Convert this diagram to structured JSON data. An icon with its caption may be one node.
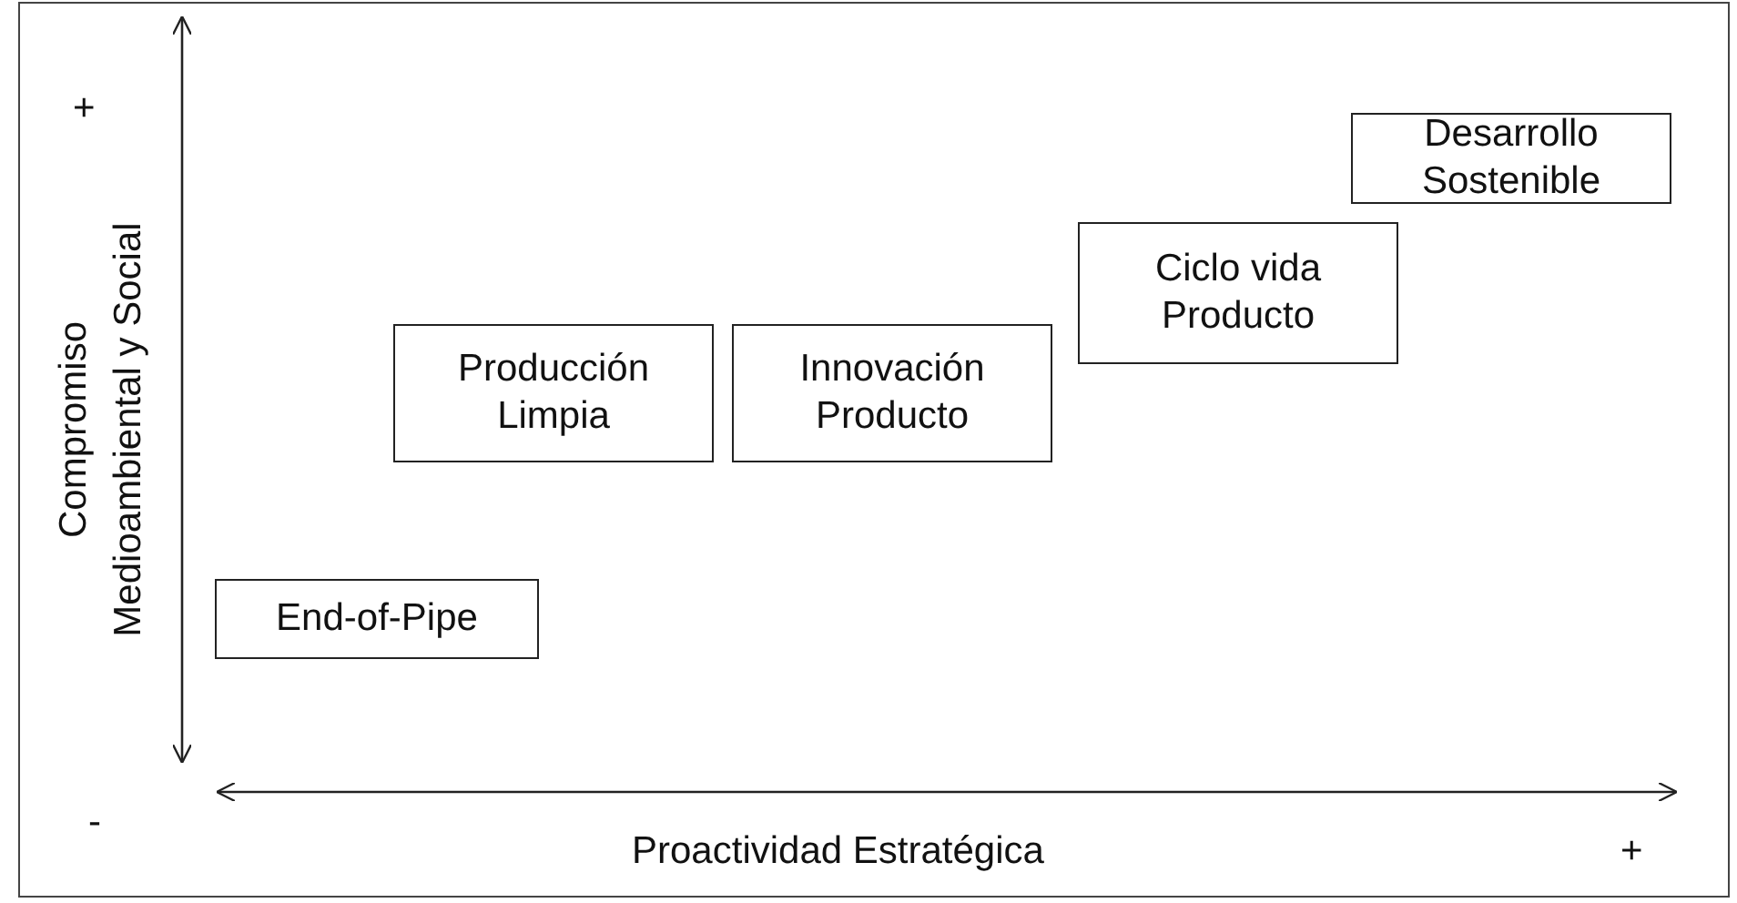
{
  "diagram": {
    "nodes": [
      {
        "text": [
          "End-of-Pipe"
        ]
      },
      {
        "text": [
          "Producción Limpia"
        ]
      },
      {
        "text": [
          "Innovación Producto"
        ]
      },
      {
        "text": [
          "Ciclo vida Producto"
        ]
      },
      {
        "text": [
          "Desarrollo Sostenible"
        ]
      }
    ],
    "labels": [
      "+",
      "Compromiso Medioambiental y Social",
      "-",
      "Proactividad Estratégica",
      "+"
    ]
  }
}
